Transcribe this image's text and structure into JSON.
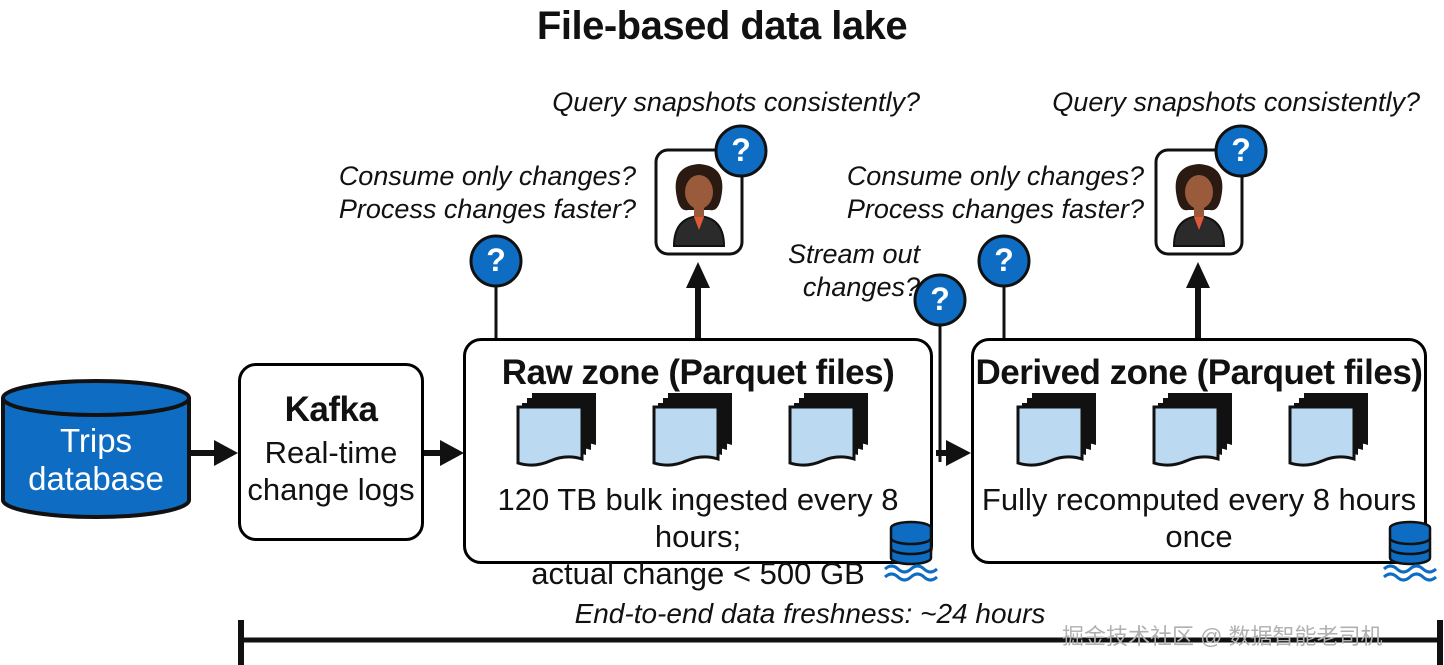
{
  "title": "File-based data lake",
  "trips_db": {
    "line1": "Trips",
    "line2": "database"
  },
  "kafka": {
    "title": "Kafka",
    "line1": "Real-time",
    "line2": "change logs"
  },
  "raw_zone": {
    "title": "Raw zone (Parquet files)",
    "line1": "120 TB bulk ingested every 8 hours;",
    "line2": "actual change < 500 GB"
  },
  "derived_zone": {
    "title": "Derived zone (Parquet files)",
    "line1": "Fully recomputed every 8 hours",
    "line2": "once"
  },
  "questions": {
    "query_raw": "Query snapshots consistently?",
    "query_derived": "Query snapshots consistently?",
    "consume_raw_1": "Consume only changes?",
    "consume_raw_2": "Process changes faster?",
    "consume_derived_1": "Consume only changes?",
    "consume_derived_2": "Process changes faster?",
    "stream_1": "Stream out",
    "stream_2": "changes?"
  },
  "question_mark": "?",
  "freshness": "End-to-end data freshness: ~24 hours",
  "watermark": "掘金技术社区 @ 数据智能老司机",
  "icons": [
    "database-cylinder-icon",
    "file-stack-icon",
    "user-icon",
    "question-badge-icon",
    "storage-stack-icon",
    "arrow-icon"
  ],
  "colors": {
    "accent_blue": "#0e6cc3",
    "file_fill": "#bcd9f2",
    "skin": "#9a5b3c",
    "hair": "#2b1a12"
  }
}
